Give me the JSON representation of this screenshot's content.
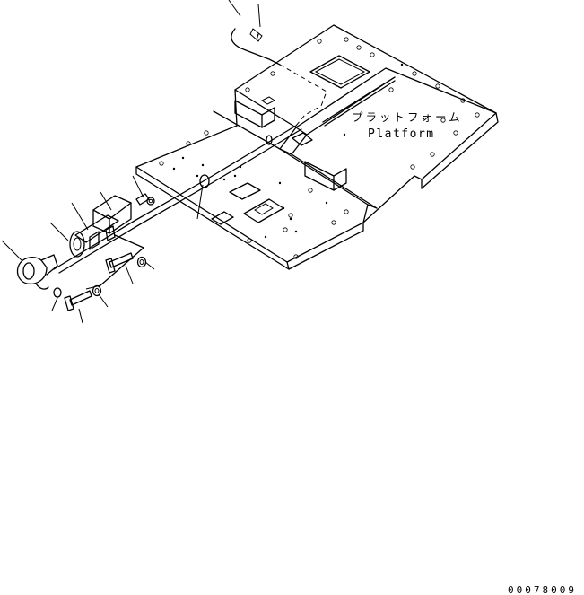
{
  "diagram": {
    "part_label_jp": "プラットフォーム",
    "part_label_en": "Platform",
    "drawing_code": "00078009"
  }
}
